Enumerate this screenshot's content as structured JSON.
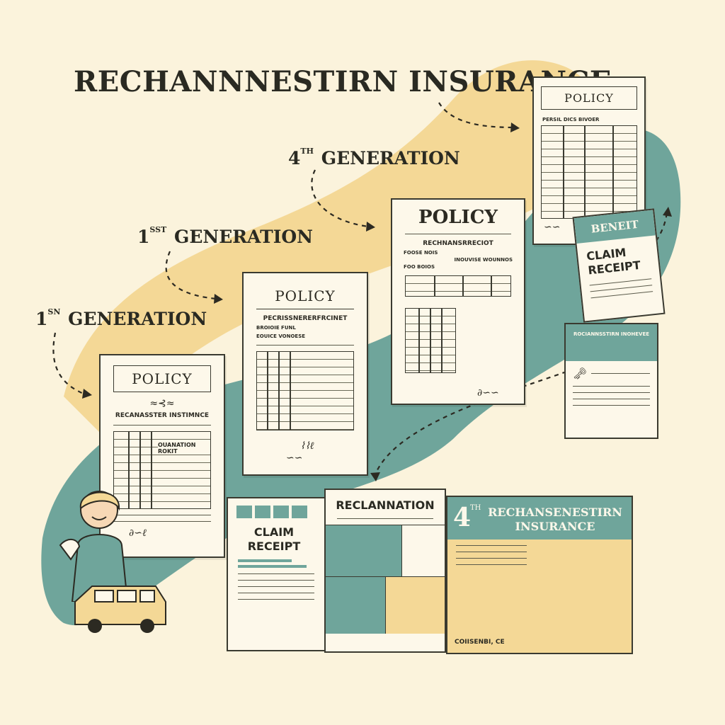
{
  "title": "RECHANNNESTIRN INSURANCE",
  "generations": [
    {
      "num": "1",
      "sup": "SN",
      "label": "GENERATION"
    },
    {
      "num": "1",
      "sup": "SST",
      "label": "GENERATION"
    },
    {
      "num": "4",
      "sup": "TH",
      "label": "GENERATION"
    }
  ],
  "docs": {
    "d1": {
      "head": "POLICY",
      "sub": "RECANASSTER INSTIMNCE",
      "row": "OUANATION ROKIT"
    },
    "d2": {
      "head": "POLICY",
      "sub": "PECRISSNERERFRCINET",
      "meta1": "BROIOIE   FUNL",
      "meta2": "EOUICE VONOESE"
    },
    "d3": {
      "head": "POLICY",
      "sub": "RECHNANSRRECIOT",
      "meta1": "FOOSE NOIS",
      "meta2": "INOUVISE WOUNNOS",
      "meta3": "FOO BOIOS"
    },
    "d4": {
      "head": "POLICY",
      "sub": "PERSIL DICS BIVOER"
    }
  },
  "cards": {
    "benefit": "BENEIT",
    "claim_receipt": "CLAIM RECEIPT",
    "insurance_card_title": "ROCIANNSSTIRN INOHEVEE"
  },
  "booklet": {
    "left_claim": "CLAIM RECEIPT",
    "middle_title": "RECLANNATION",
    "right_num": "4",
    "right_sup": "TH",
    "right_title": "RECHANSENESTIRN INSURANCE",
    "right_footer": "COIISENBI, CE"
  },
  "colors": {
    "cream": "#fbf3dc",
    "yellow": "#f4d896",
    "teal": "#6fa59b",
    "ink": "#2c2a22"
  }
}
